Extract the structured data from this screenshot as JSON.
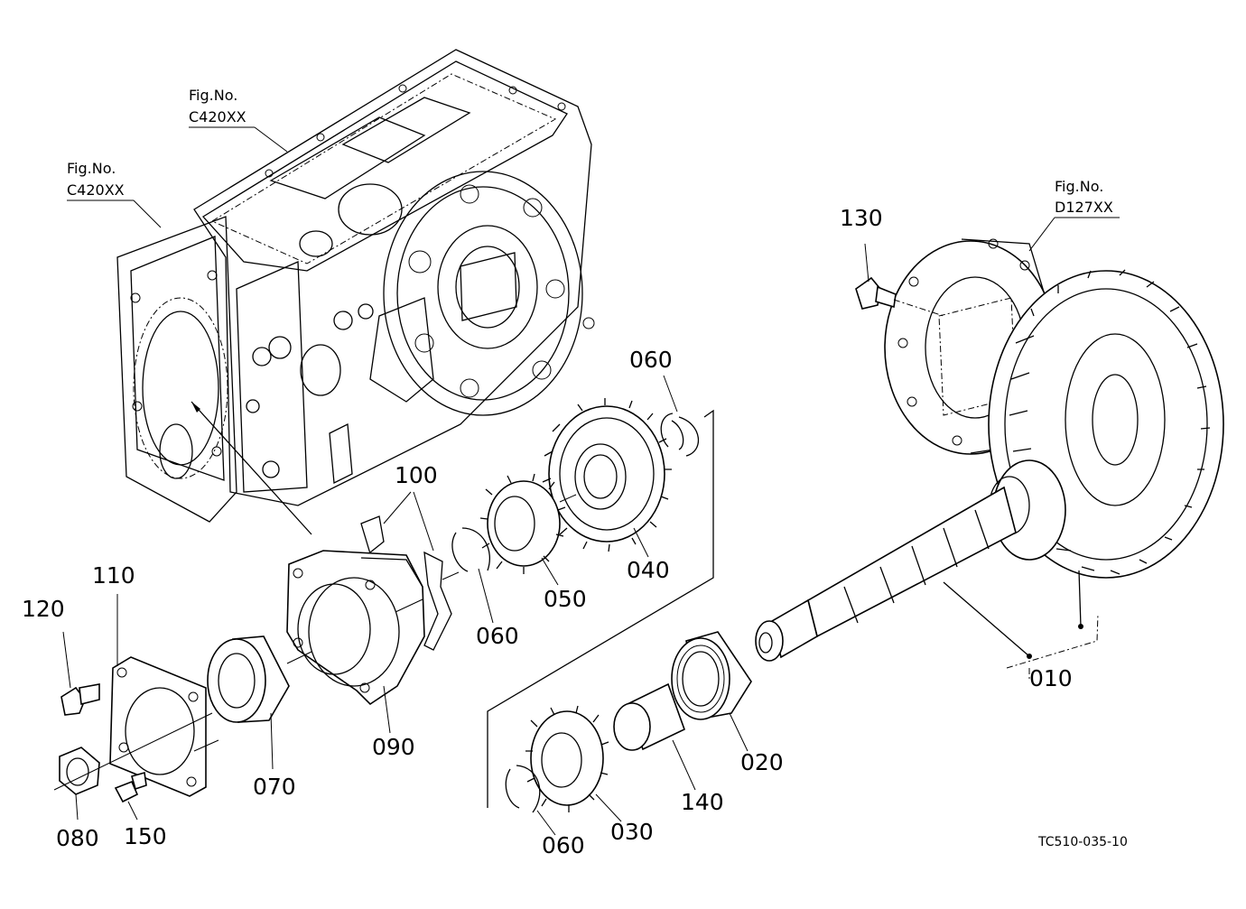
{
  "figure_refs": [
    {
      "prefix": "Fig.No.",
      "code": "C420XX"
    },
    {
      "prefix": "Fig.No.",
      "code": "C420XX"
    },
    {
      "prefix": "Fig.No.",
      "code": "D127XX"
    }
  ],
  "part_labels": {
    "p010": "010",
    "p020": "020",
    "p030": "030",
    "p040": "040",
    "p050": "050",
    "p060_top": "060",
    "p060_mid": "060",
    "p060_bot": "060",
    "p070": "070",
    "p080": "080",
    "p090": "090",
    "p100": "100",
    "p110": "110",
    "p120": "120",
    "p130": "130",
    "p140": "140",
    "p150": "150"
  },
  "drawing_code": "TC510-035-10"
}
